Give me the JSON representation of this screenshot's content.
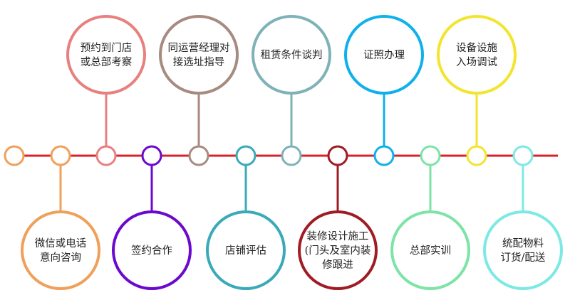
{
  "timeline": {
    "line_color": "#D9222A",
    "steps": [
      {
        "id": "start",
        "color": "#F0A05A",
        "position": "none",
        "lines": []
      },
      {
        "id": "consult",
        "color": "#F0A05A",
        "position": "bottom",
        "lines": [
          "微信或电话",
          "意向咨询"
        ]
      },
      {
        "id": "visit",
        "color": "#E8807F",
        "position": "top",
        "lines": [
          "预约到门店",
          "或总部考察"
        ]
      },
      {
        "id": "sign",
        "color": "#6A0ACD",
        "position": "bottom",
        "lines": [
          "签约合作"
        ]
      },
      {
        "id": "site-select",
        "color": "#A78A80",
        "position": "top",
        "lines": [
          "同运营经理对",
          "接选址指导"
        ]
      },
      {
        "id": "store-eval",
        "color": "#3AAAB8",
        "position": "bottom",
        "lines": [
          "店铺评估"
        ]
      },
      {
        "id": "lease",
        "color": "#7FB2B8",
        "position": "top",
        "lines": [
          "租赁条件谈判"
        ]
      },
      {
        "id": "decoration",
        "color": "#A01C24",
        "position": "bottom",
        "lines": [
          "装修设计施工",
          "(门头及室内装",
          "修跟进"
        ]
      },
      {
        "id": "license",
        "color": "#10B0EC",
        "position": "top",
        "lines": [
          "证照办理"
        ]
      },
      {
        "id": "training",
        "color": "#7EE3A6",
        "position": "bottom",
        "lines": [
          "总部实训"
        ]
      },
      {
        "id": "equipment",
        "color": "#F2E52E",
        "position": "top",
        "lines": [
          "设备设施",
          "入场调试"
        ]
      },
      {
        "id": "supplies",
        "color": "#7DE9E4",
        "position": "bottom",
        "lines": [
          "统配物料",
          "订货/配送"
        ]
      }
    ]
  }
}
